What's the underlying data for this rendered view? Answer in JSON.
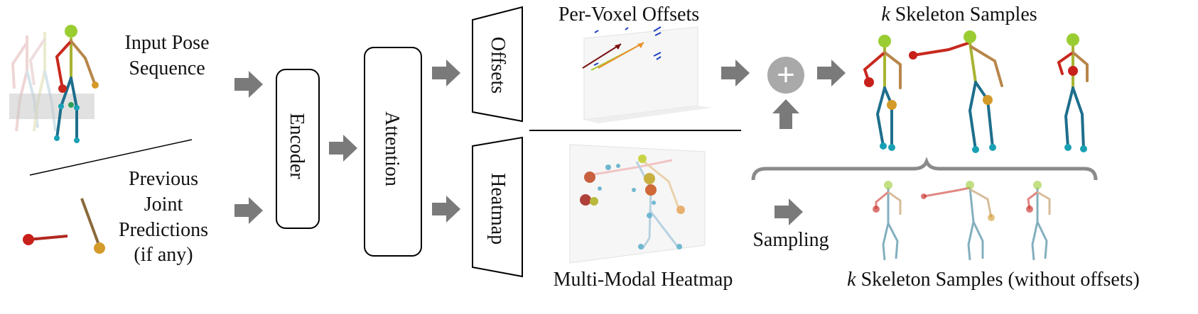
{
  "inputs": {
    "input_pose_line1": "Input Pose",
    "input_pose_line2": "Sequence",
    "prev_line1": "Previous",
    "prev_line2": "Joint",
    "prev_line3": "Predictions",
    "prev_line4": "(if any)"
  },
  "blocks": {
    "encoder": "Encoder",
    "attention": "Attention",
    "offsets": "Offsets",
    "heatmap": "Heatmap"
  },
  "outputs": {
    "per_voxel_offsets": "Per-Voxel Offsets",
    "multi_modal_heatmap": "Multi-Modal Heatmap",
    "k_symbol": "k",
    "skeleton_samples": "Skeleton Samples",
    "skeleton_samples_no_offsets": "Skeleton Samples (without offsets)",
    "sampling": "Sampling",
    "plus": "+"
  },
  "colors": {
    "arrow": "#7a7a7a",
    "plus_circle": "#a9a9a9",
    "bracket": "#8a8a8a",
    "head": "#9acd32",
    "right_arm": "#c8281e",
    "left_arm": "#b8864b",
    "spine": "#a8b432",
    "legs": "#1e6e8c",
    "joints_legs": "#18a0b4"
  }
}
